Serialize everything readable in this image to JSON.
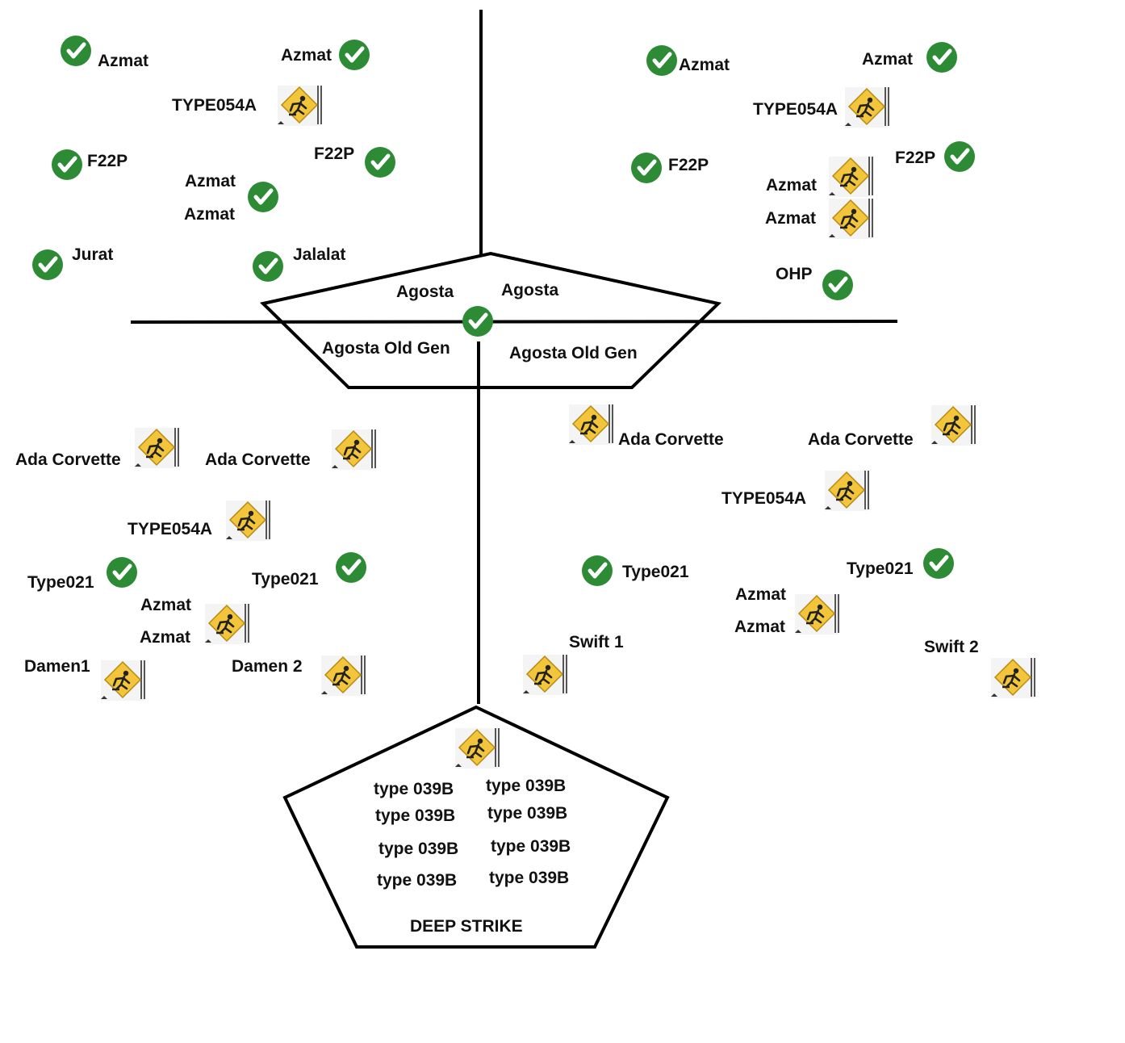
{
  "colors": {
    "line": "#000000",
    "check_fill": "#2e8b35",
    "construction_fill": "#f2c53a",
    "background": "#ffffff"
  },
  "icons": {
    "check": "check-circle-icon",
    "construction": "under-construction-icon"
  },
  "top_left": {
    "azmat_1": "Azmat",
    "azmat_2": "Azmat",
    "type054a": "TYPE054A",
    "f22p_1": "F22P",
    "f22p_2": "F22P",
    "azmat_3": "Azmat",
    "azmat_4": "Azmat",
    "jurat": "Jurat",
    "jalalat": "Jalalat"
  },
  "top_right": {
    "azmat_1": "Azmat",
    "azmat_2": "Azmat",
    "type054a": "TYPE054A",
    "f22p_1": "F22P",
    "f22p_2": "F22P",
    "azmat_3": "Azmat",
    "azmat_4": "Azmat",
    "ohp": "OHP"
  },
  "center": {
    "agosta_left": "Agosta",
    "agosta_right": "Agosta",
    "old_gen_left": "Agosta Old Gen",
    "old_gen_right": "Agosta Old Gen"
  },
  "bottom_left": {
    "ada_1": "Ada Corvette",
    "ada_2": "Ada Corvette",
    "type054a": "TYPE054A",
    "type021_1": "Type021",
    "type021_2": "Type021",
    "azmat_1": "Azmat",
    "azmat_2": "Azmat",
    "damen1": "Damen1",
    "damen2": "Damen 2"
  },
  "bottom_right": {
    "ada_1": "Ada Corvette",
    "ada_2": "Ada Corvette",
    "type054a": "TYPE054A",
    "type021_1": "Type021",
    "type021_2": "Type021",
    "azmat_1": "Azmat",
    "azmat_2": "Azmat",
    "swift1": "Swift 1",
    "swift2": "Swift 2"
  },
  "deep_strike": {
    "sub_1": "type 039B",
    "sub_2": "type 039B",
    "sub_3": "type 039B",
    "sub_4": "type 039B",
    "sub_5": "type 039B",
    "sub_6": "type 039B",
    "sub_7": "type 039B",
    "sub_8": "type 039B",
    "title": "DEEP STRIKE"
  }
}
